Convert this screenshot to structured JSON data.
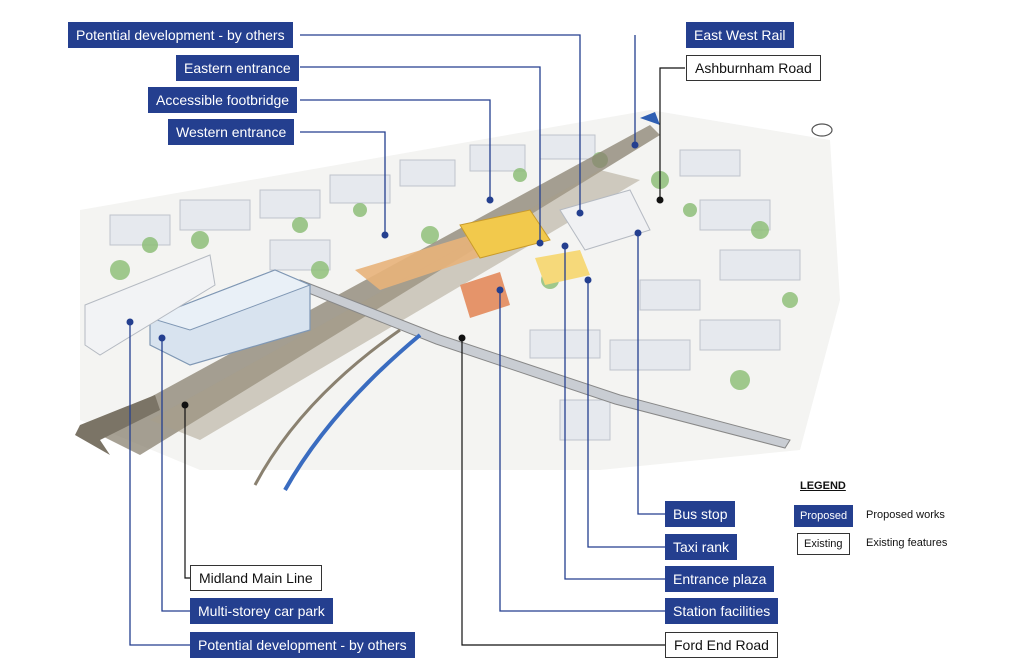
{
  "labels": {
    "potential_dev_top": "Potential development - by others",
    "eastern_entrance": "Eastern entrance",
    "accessible_footbridge": "Accessible footbridge",
    "western_entrance": "Western entrance",
    "east_west_rail": "East West Rail",
    "ashburnham_road": "Ashburnham Road",
    "bus_stop": "Bus stop",
    "taxi_rank": "Taxi rank",
    "entrance_plaza": "Entrance plaza",
    "station_facilities": "Station facilities",
    "ford_end_road": "Ford End Road",
    "midland_main_line": "Midland Main Line",
    "multi_storey_car_park": "Multi-storey car park",
    "potential_dev_bottom": "Potential development - by others"
  },
  "legend": {
    "title": "LEGEND",
    "proposed_key": "Proposed",
    "proposed_desc": "Proposed works",
    "existing_key": "Existing",
    "existing_desc": "Existing features"
  },
  "colors": {
    "proposed": "#243f8f",
    "existing_border": "#333333",
    "track": "#8a8170",
    "station": "#f2c94c",
    "greenery": "#8fbf7a",
    "building": "#e6e9ee"
  }
}
